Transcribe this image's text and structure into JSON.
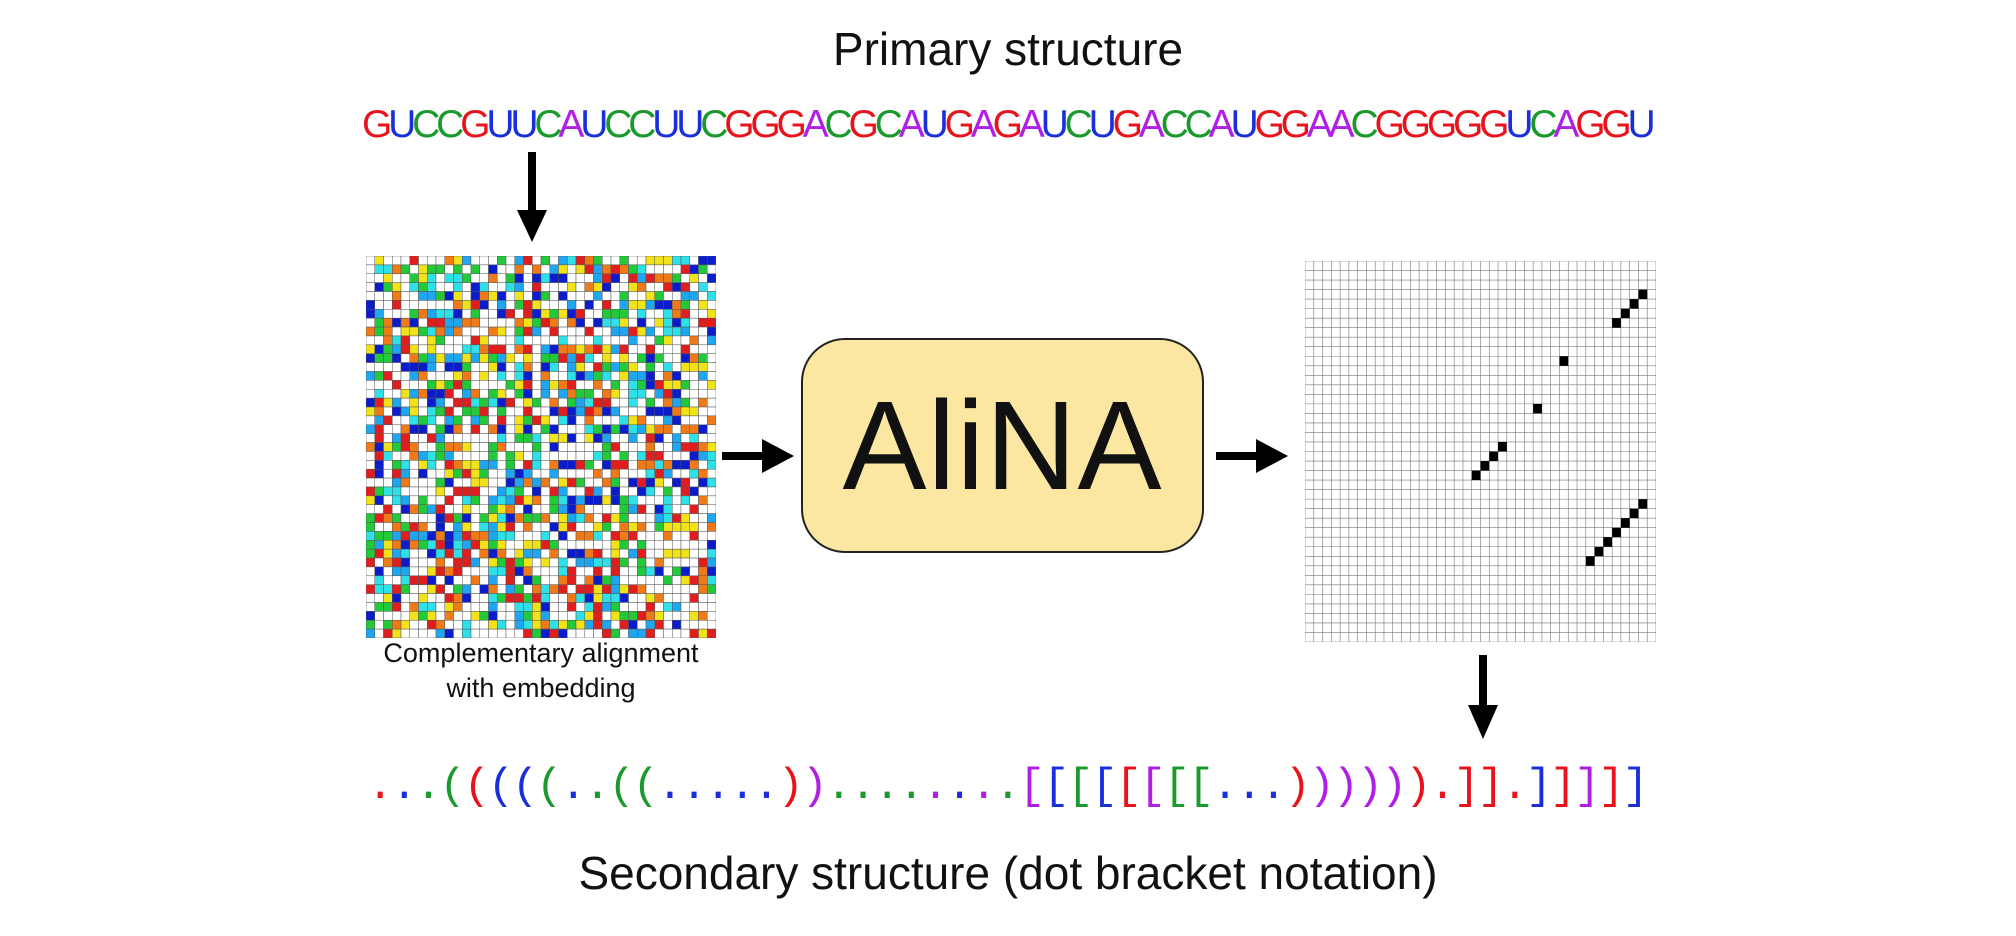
{
  "primary_title": "Primary structure",
  "sequence": "GUCCGUUCAUCCUUCGGGACGCAUGAGAUCUGACCAUGGAACGGGGGUCAGGU",
  "nucleotide_colors": {
    "G": "#e8141b",
    "U": "#1a2fdb",
    "C": "#1a9a2c",
    "A": "#b01ee8"
  },
  "model": {
    "name": "AliNA",
    "fill": "#fbe7a2"
  },
  "left_matrix": {
    "caption_line1": "Complementary alignment",
    "caption_line2": "with embedding",
    "palette": [
      "#0a1ccc",
      "#1ea7f0",
      "#2ee0e8",
      "#22c938",
      "#f2e21a",
      "#f07a18",
      "#e01e1e",
      "#ffffff"
    ]
  },
  "right_matrix": {
    "paired_cells": [
      [
        38,
        3
      ],
      [
        37,
        4
      ],
      [
        36,
        5
      ],
      [
        35,
        6
      ],
      [
        29,
        10
      ],
      [
        26,
        15
      ],
      [
        22,
        19
      ],
      [
        21,
        20
      ],
      [
        20,
        21
      ],
      [
        19,
        22
      ],
      [
        32,
        31
      ],
      [
        33,
        30
      ],
      [
        34,
        29
      ],
      [
        35,
        28
      ],
      [
        36,
        27
      ],
      [
        37,
        26
      ],
      [
        38,
        25
      ]
    ]
  },
  "dot_bracket": {
    "tokens": [
      [
        ".",
        "#e8141b"
      ],
      [
        ".",
        "#1a2fdb"
      ],
      [
        ".",
        "#1a9a2c"
      ],
      [
        "(",
        "#1a9a2c"
      ],
      [
        "(",
        "#e8141b"
      ],
      [
        "(",
        "#1a2fdb"
      ],
      [
        "(",
        "#1a2fdb"
      ],
      [
        "(",
        "#1a9a2c"
      ],
      [
        ".",
        "#1a2fdb"
      ],
      [
        ".",
        "#1a9a2c"
      ],
      [
        "(",
        "#1a9a2c"
      ],
      [
        "(",
        "#1a9a2c"
      ],
      [
        ".",
        "#1a2fdb"
      ],
      [
        ".",
        "#1a2fdb"
      ],
      [
        ".",
        "#1a2fdb"
      ],
      [
        ".",
        "#1a2fdb"
      ],
      [
        ".",
        "#1a2fdb"
      ],
      [
        ")",
        "#e8141b"
      ],
      [
        ")",
        "#b01ee8"
      ],
      [
        ".",
        "#1a9a2c"
      ],
      [
        ".",
        "#1a9a2c"
      ],
      [
        ".",
        "#1a9a2c"
      ],
      [
        ".",
        "#1a9a2c"
      ],
      [
        ".",
        "#b01ee8"
      ],
      [
        ".",
        "#1a2fdb"
      ],
      [
        ".",
        "#b01ee8"
      ],
      [
        ".",
        "#1a9a2c"
      ],
      [
        "[",
        "#b01ee8"
      ],
      [
        "[",
        "#1a2fdb"
      ],
      [
        "[",
        "#1a9a2c"
      ],
      [
        "[",
        "#1a2fdb"
      ],
      [
        "[",
        "#e8141b"
      ],
      [
        "[",
        "#b01ee8"
      ],
      [
        "[",
        "#1a9a2c"
      ],
      [
        "[",
        "#1a9a2c"
      ],
      [
        ".",
        "#1a2fdb"
      ],
      [
        ".",
        "#1a2fdb"
      ],
      [
        ".",
        "#1a2fdb"
      ],
      [
        ")",
        "#e8141b"
      ],
      [
        ")",
        "#b01ee8"
      ],
      [
        ")",
        "#b01ee8"
      ],
      [
        ")",
        "#b01ee8"
      ],
      [
        ")",
        "#b01ee8"
      ],
      [
        ")",
        "#e8141b"
      ],
      [
        ".",
        "#e8141b"
      ],
      [
        "]",
        "#e8141b"
      ],
      [
        "]",
        "#e8141b"
      ],
      [
        ".",
        "#e8141b"
      ],
      [
        "]",
        "#1a2fdb"
      ],
      [
        "]",
        "#e8141b"
      ],
      [
        "]",
        "#b01ee8"
      ],
      [
        "]",
        "#e8141b"
      ],
      [
        "]",
        "#1a2fdb"
      ]
    ]
  },
  "secondary_title": "Secondary structure (dot bracket notation)"
}
